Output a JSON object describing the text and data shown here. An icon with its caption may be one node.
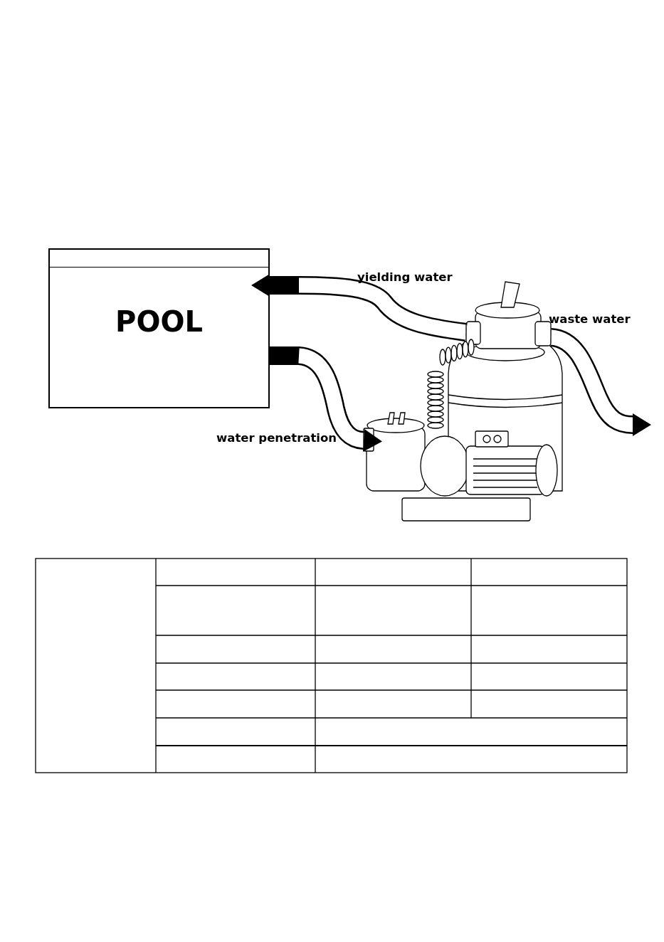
{
  "diagram": {
    "nodes": [
      {
        "text": [
          "POOL"
        ]
      },
      {
        "text": [],
        "shape": "picture"
      }
    ],
    "edges": [
      {
        "from": 1,
        "to": 0,
        "arrow": "to",
        "label": "yielding water"
      },
      {
        "from": 0,
        "to": 1,
        "arrow": "to",
        "label": "water penetration"
      },
      {
        "from": 1,
        "to": null,
        "arrow": "to",
        "label": "waste water"
      }
    ]
  }
}
